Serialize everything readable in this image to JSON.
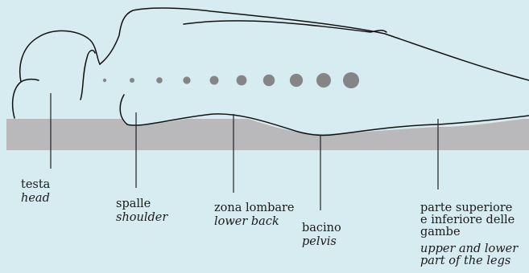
{
  "figure": {
    "body_outline_color": "#111111",
    "mattress_color": "#b9b9bb",
    "dot_color": "#858587",
    "pressure_dots": 10
  },
  "labels": {
    "head": {
      "it": "testa",
      "en": "head"
    },
    "shoulder": {
      "it": "spalle",
      "en": "shoulder"
    },
    "lower_back": {
      "it": "zona lombare",
      "en": "lower back"
    },
    "pelvis": {
      "it": "bacino",
      "en": "pelvis"
    },
    "legs": {
      "it_line1": "parte superiore",
      "it_line2": "e inferiore delle",
      "it_line3": "gambe",
      "en_line1": "upper and lower",
      "en_line2": "part of the legs"
    }
  }
}
